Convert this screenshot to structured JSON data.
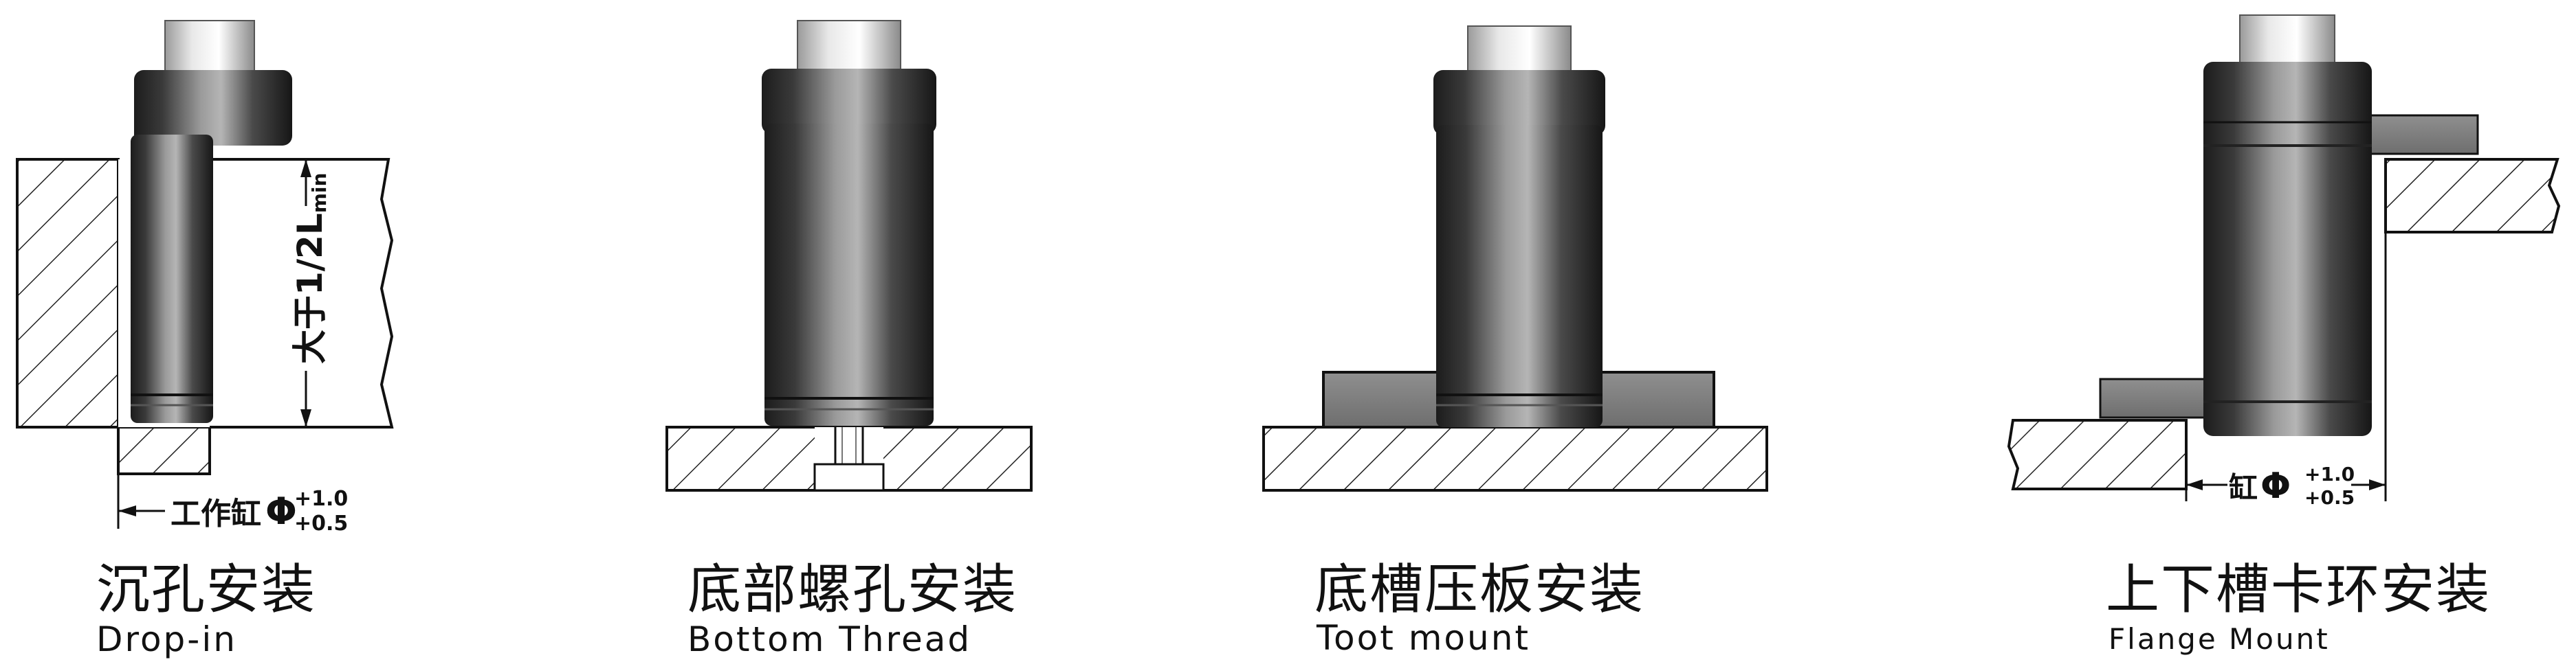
{
  "panels": [
    {
      "caption_cn": "沉孔安装",
      "caption_en": "Drop-in",
      "dim_main": "工作缸",
      "dim_phi": "Φ",
      "dim_sup": "+1.0",
      "dim_sub": "+0.5",
      "depth_label": "大于1/2L",
      "depth_sub": "min"
    },
    {
      "caption_cn": "底部螺孔安装",
      "caption_en": "Bottom Thread"
    },
    {
      "caption_cn": "底槽压板安装",
      "caption_en": "Toot mount"
    },
    {
      "caption_cn": "上下槽卡环安装",
      "caption_en": "Flange Mount",
      "dim_main": "缸",
      "dim_phi": "Φ",
      "dim_sup": "+1.0",
      "dim_sub": "+0.5"
    }
  ]
}
